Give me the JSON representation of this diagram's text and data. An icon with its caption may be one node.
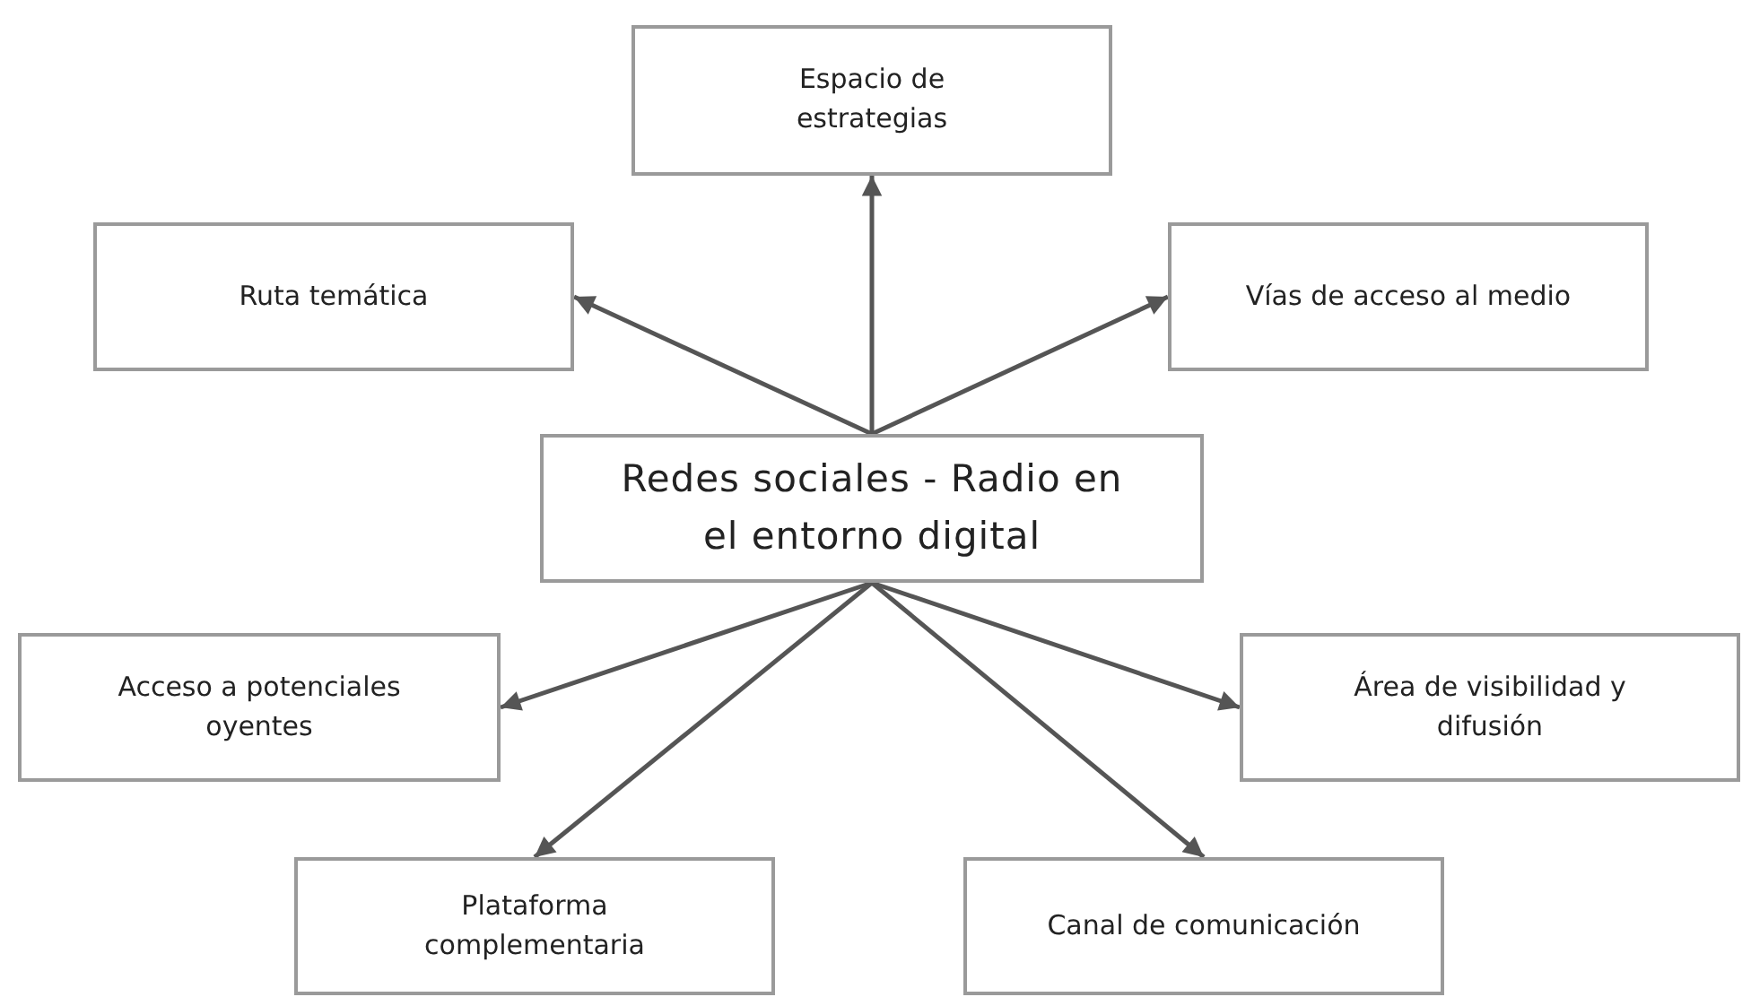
{
  "diagram": {
    "nodes": [
      {
        "text": [
          "Espacio de estrategias"
        ]
      },
      {
        "text": [
          "Ruta temática"
        ]
      },
      {
        "text": [
          "Vías de acceso al medio"
        ]
      },
      {
        "text": [
          "Redes sociales - Radio en el entorno digital"
        ]
      },
      {
        "text": [
          "Acceso a potenciales oyentes"
        ]
      },
      {
        "text": [
          "Área de visibilidad y difusión"
        ]
      },
      {
        "text": [
          "Plataforma complementaria"
        ]
      },
      {
        "text": [
          "Canal de comunicación"
        ]
      }
    ],
    "edges": [
      {
        "from": 3,
        "to": 1,
        "arrow": "to"
      },
      {
        "from": 3,
        "to": 0,
        "arrow": "to"
      },
      {
        "from": 3,
        "to": 2,
        "arrow": "to"
      },
      {
        "from": 3,
        "to": 4,
        "arrow": "to"
      },
      {
        "from": 3,
        "to": 6,
        "arrow": "to"
      },
      {
        "from": 3,
        "to": 7,
        "arrow": "to"
      },
      {
        "from": 3,
        "to": 5,
        "arrow": "to"
      }
    ]
  }
}
